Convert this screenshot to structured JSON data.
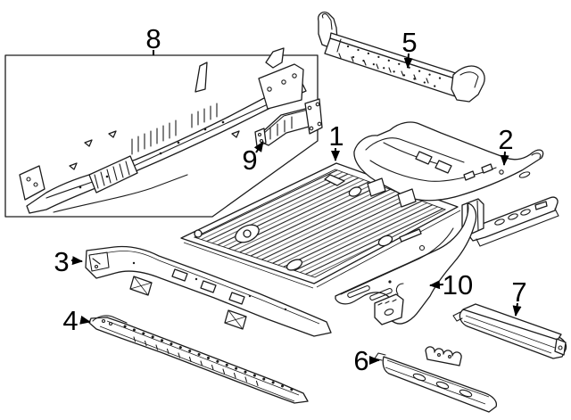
{
  "diagram": {
    "type": "exploded-parts-line-drawing",
    "colors": {
      "background": "#ffffff",
      "line": "#1c1c1c",
      "label": "#000000"
    },
    "callouts": [
      {
        "label": "1"
      },
      {
        "label": "2"
      },
      {
        "label": "3"
      },
      {
        "label": "4"
      },
      {
        "label": "5"
      },
      {
        "label": "6"
      },
      {
        "label": "7"
      },
      {
        "label": "8"
      },
      {
        "label": "9"
      },
      {
        "label": "10"
      }
    ]
  }
}
